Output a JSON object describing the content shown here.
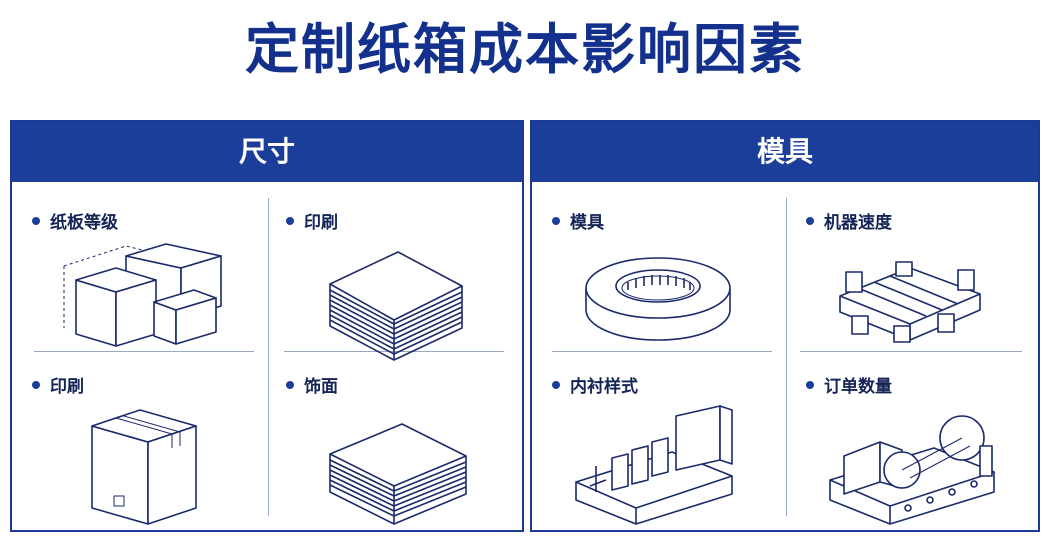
{
  "title": "定制纸箱成本影响因素",
  "panels": [
    {
      "header": "尺寸",
      "items": [
        {
          "label": "纸板等级",
          "icon": "stacked-boxes-icon"
        },
        {
          "label": "印刷",
          "icon": "paper-stack-icon"
        },
        {
          "label": "印刷",
          "icon": "taped-box-icon"
        },
        {
          "label": "饰面",
          "icon": "paper-stack-icon"
        }
      ]
    },
    {
      "header": "模具",
      "items": [
        {
          "label": "模具",
          "icon": "ring-die-icon"
        },
        {
          "label": "机器速度",
          "icon": "pallet-insert-icon"
        },
        {
          "label": "内衬样式",
          "icon": "insert-machine-icon"
        },
        {
          "label": "订单数量",
          "icon": "cutting-machine-icon"
        }
      ]
    }
  ],
  "colors": {
    "accent": "#1a3e9a",
    "title": "#12308c",
    "ink": "#1b2a6b"
  }
}
